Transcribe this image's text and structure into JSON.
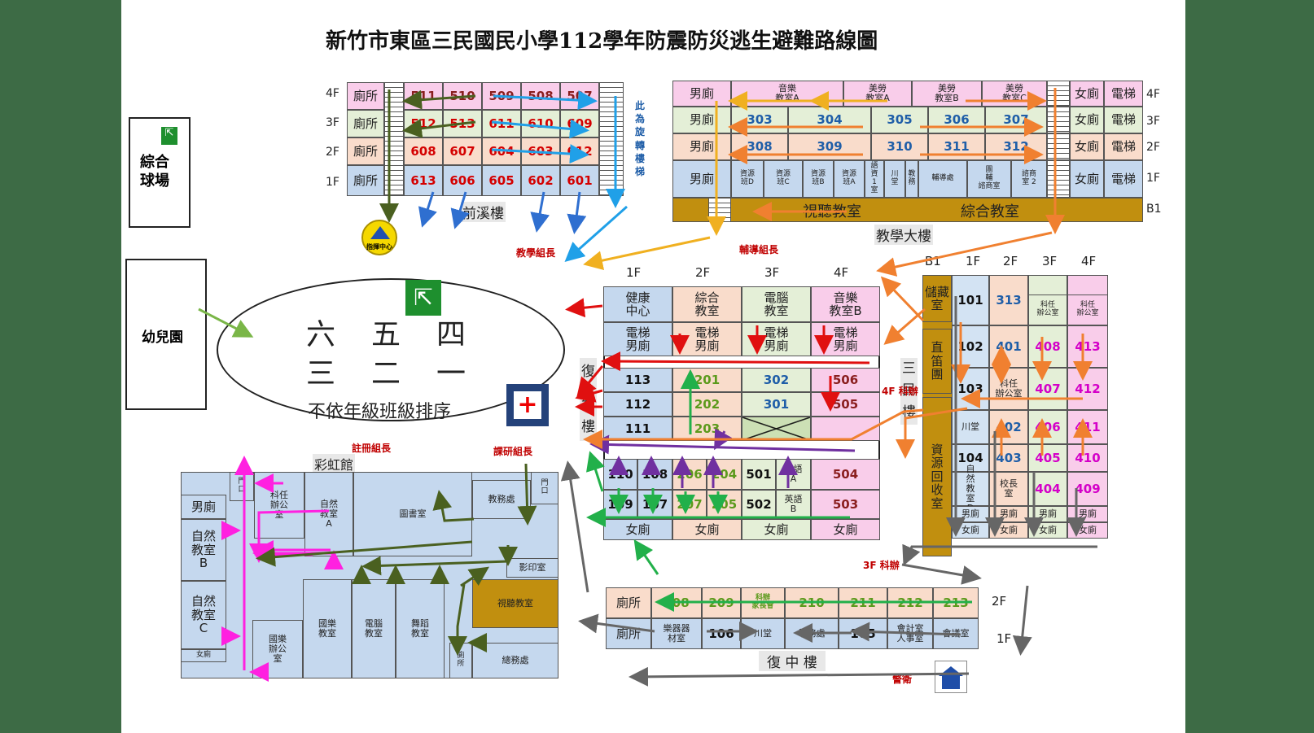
{
  "title": "新竹市東區三民國民小學112學年防震防災逃生避難路線圖",
  "left_labels": {
    "court": "綜合\n球場",
    "kindergarten": "幼兒園"
  },
  "assembly": {
    "grades_row1": [
      "六",
      "五",
      "四"
    ],
    "grades_row2": [
      "三",
      "二",
      "一"
    ],
    "note": "不依年級班級排序"
  },
  "qianxi": {
    "name": "前溪樓",
    "floors": [
      "4F",
      "3F",
      "2F",
      "1F"
    ],
    "toilet": "廁所",
    "rows": [
      [
        "511",
        "510",
        "509",
        "508",
        "507"
      ],
      [
        "512",
        "513",
        "611",
        "610",
        "609"
      ],
      [
        "608",
        "607",
        "604",
        "603",
        "612"
      ],
      [
        "613",
        "606",
        "605",
        "602",
        "601"
      ]
    ],
    "spiral_note": "此\n為\n旋\n轉\n樓\n梯",
    "command": "指揮中心"
  },
  "teaching": {
    "name": "教學大樓",
    "floors": [
      "4F",
      "3F",
      "2F",
      "1F",
      "B1"
    ],
    "men": "男廁",
    "women": "女廁",
    "elevator": "電梯",
    "row4": [
      "音樂\n教室A",
      "美勞\n教室A",
      "美勞\n教室B",
      "美勞\n教室C"
    ],
    "row3": [
      "303",
      "304",
      "305",
      "306",
      "307"
    ],
    "row2": [
      "308",
      "309",
      "310",
      "311",
      "312"
    ],
    "row1": [
      "資源\n班D",
      "資源\n班C",
      "資源\n班B",
      "資源\n班A",
      "語\n資\n1\n室",
      "川\n堂",
      "教\n務",
      "輔導處",
      "團\n輔\n諮商室",
      "諮商\n室 2"
    ],
    "b1": [
      "視聽教室",
      "綜合教室"
    ]
  },
  "fuli": {
    "name": "復\n興\n樓",
    "headers": [
      "1F",
      "2F",
      "3F",
      "4F"
    ],
    "top": [
      "健康\n中心",
      "綜合\n教室",
      "電腦\n教室",
      "音樂\n教室B"
    ],
    "elev": "電梯\n男廁",
    "r1": [
      "113",
      "201",
      "302",
      "506"
    ],
    "r2": [
      "112",
      "202",
      "301",
      "505"
    ],
    "r3": [
      "111",
      "203"
    ],
    "r4": [
      "110",
      "108",
      "206",
      "204",
      "501",
      "英語\nA",
      "504"
    ],
    "r5": [
      "109",
      "107",
      "207",
      "205",
      "502",
      "英語\nB",
      "503"
    ],
    "women": "女廁"
  },
  "sanmin": {
    "name": "三\n民\n樓",
    "headers": [
      "B1",
      "1F",
      "2F",
      "3F",
      "4F"
    ],
    "storage": "儲藏\n室",
    "band": "直\n笛\n團",
    "recycle": "資\n源\n回\n收\n室",
    "c1": [
      "101",
      "102",
      "103",
      "川堂",
      "104",
      "自\n然\n教\n室\nD"
    ],
    "c2": [
      "313",
      "401",
      "科任\n辦公室",
      "402",
      "403",
      "校長\n室"
    ],
    "c3": [
      "男廁",
      "408",
      "407",
      "406",
      "405",
      "404"
    ],
    "c3_office": "科任\n辦公室",
    "c4": [
      "男廁",
      "413",
      "412",
      "411",
      "410",
      "409"
    ],
    "c4_office": "科任\n辦公室",
    "men": "男廁",
    "women": "女廁",
    "label_4f": "4F 科辦",
    "label_3f": "3F 科辦"
  },
  "fuzhong": {
    "name": "復 中 樓",
    "toilet": "廁所",
    "floor2": "2F",
    "floor1": "1F",
    "r2": [
      "208",
      "209",
      "科辦\n家長會",
      "210",
      "211",
      "212",
      "213"
    ],
    "r1": [
      "樂器器\n材室",
      "106",
      "川堂",
      "學務處",
      "105",
      "會計室\n人事室",
      "會議室"
    ]
  },
  "rainbow": {
    "name": "彩虹館",
    "men": "男廁",
    "sciB": "自然\n教室\nB",
    "sciC": "自然\n教室\nC",
    "women": "女廁",
    "door1": "門\n口",
    "door2": "門\n口",
    "office": "科任\n辦公\n室",
    "sciA": "自然\n教室\nA",
    "library": "圖書室",
    "academic": "教務處",
    "print": "影印室",
    "av": "視聽教室",
    "general": "總務處",
    "toilet2": "廁\n所",
    "music_office": "國樂\n辦公\n室",
    "music": "國樂\n教室",
    "computer": "電腦\n教室",
    "dance": "舞蹈\n教室"
  },
  "staff": {
    "teaching_leader": "教學組長",
    "guidance_leader": "輔導組長",
    "register_leader": "註冊組長",
    "research_leader": "課研組長",
    "guard": "警衛"
  },
  "colors": {
    "red": "#e01010",
    "blue": "#2f6fd0",
    "orange": "#f08030",
    "yellow": "#f0b020",
    "green": "#22b04a",
    "purple": "#7030a0",
    "magenta": "#ff20e0",
    "gray": "#666666",
    "olive": "#4a6020",
    "lightblue": "#20a0e8",
    "lime": "#7ab648"
  }
}
